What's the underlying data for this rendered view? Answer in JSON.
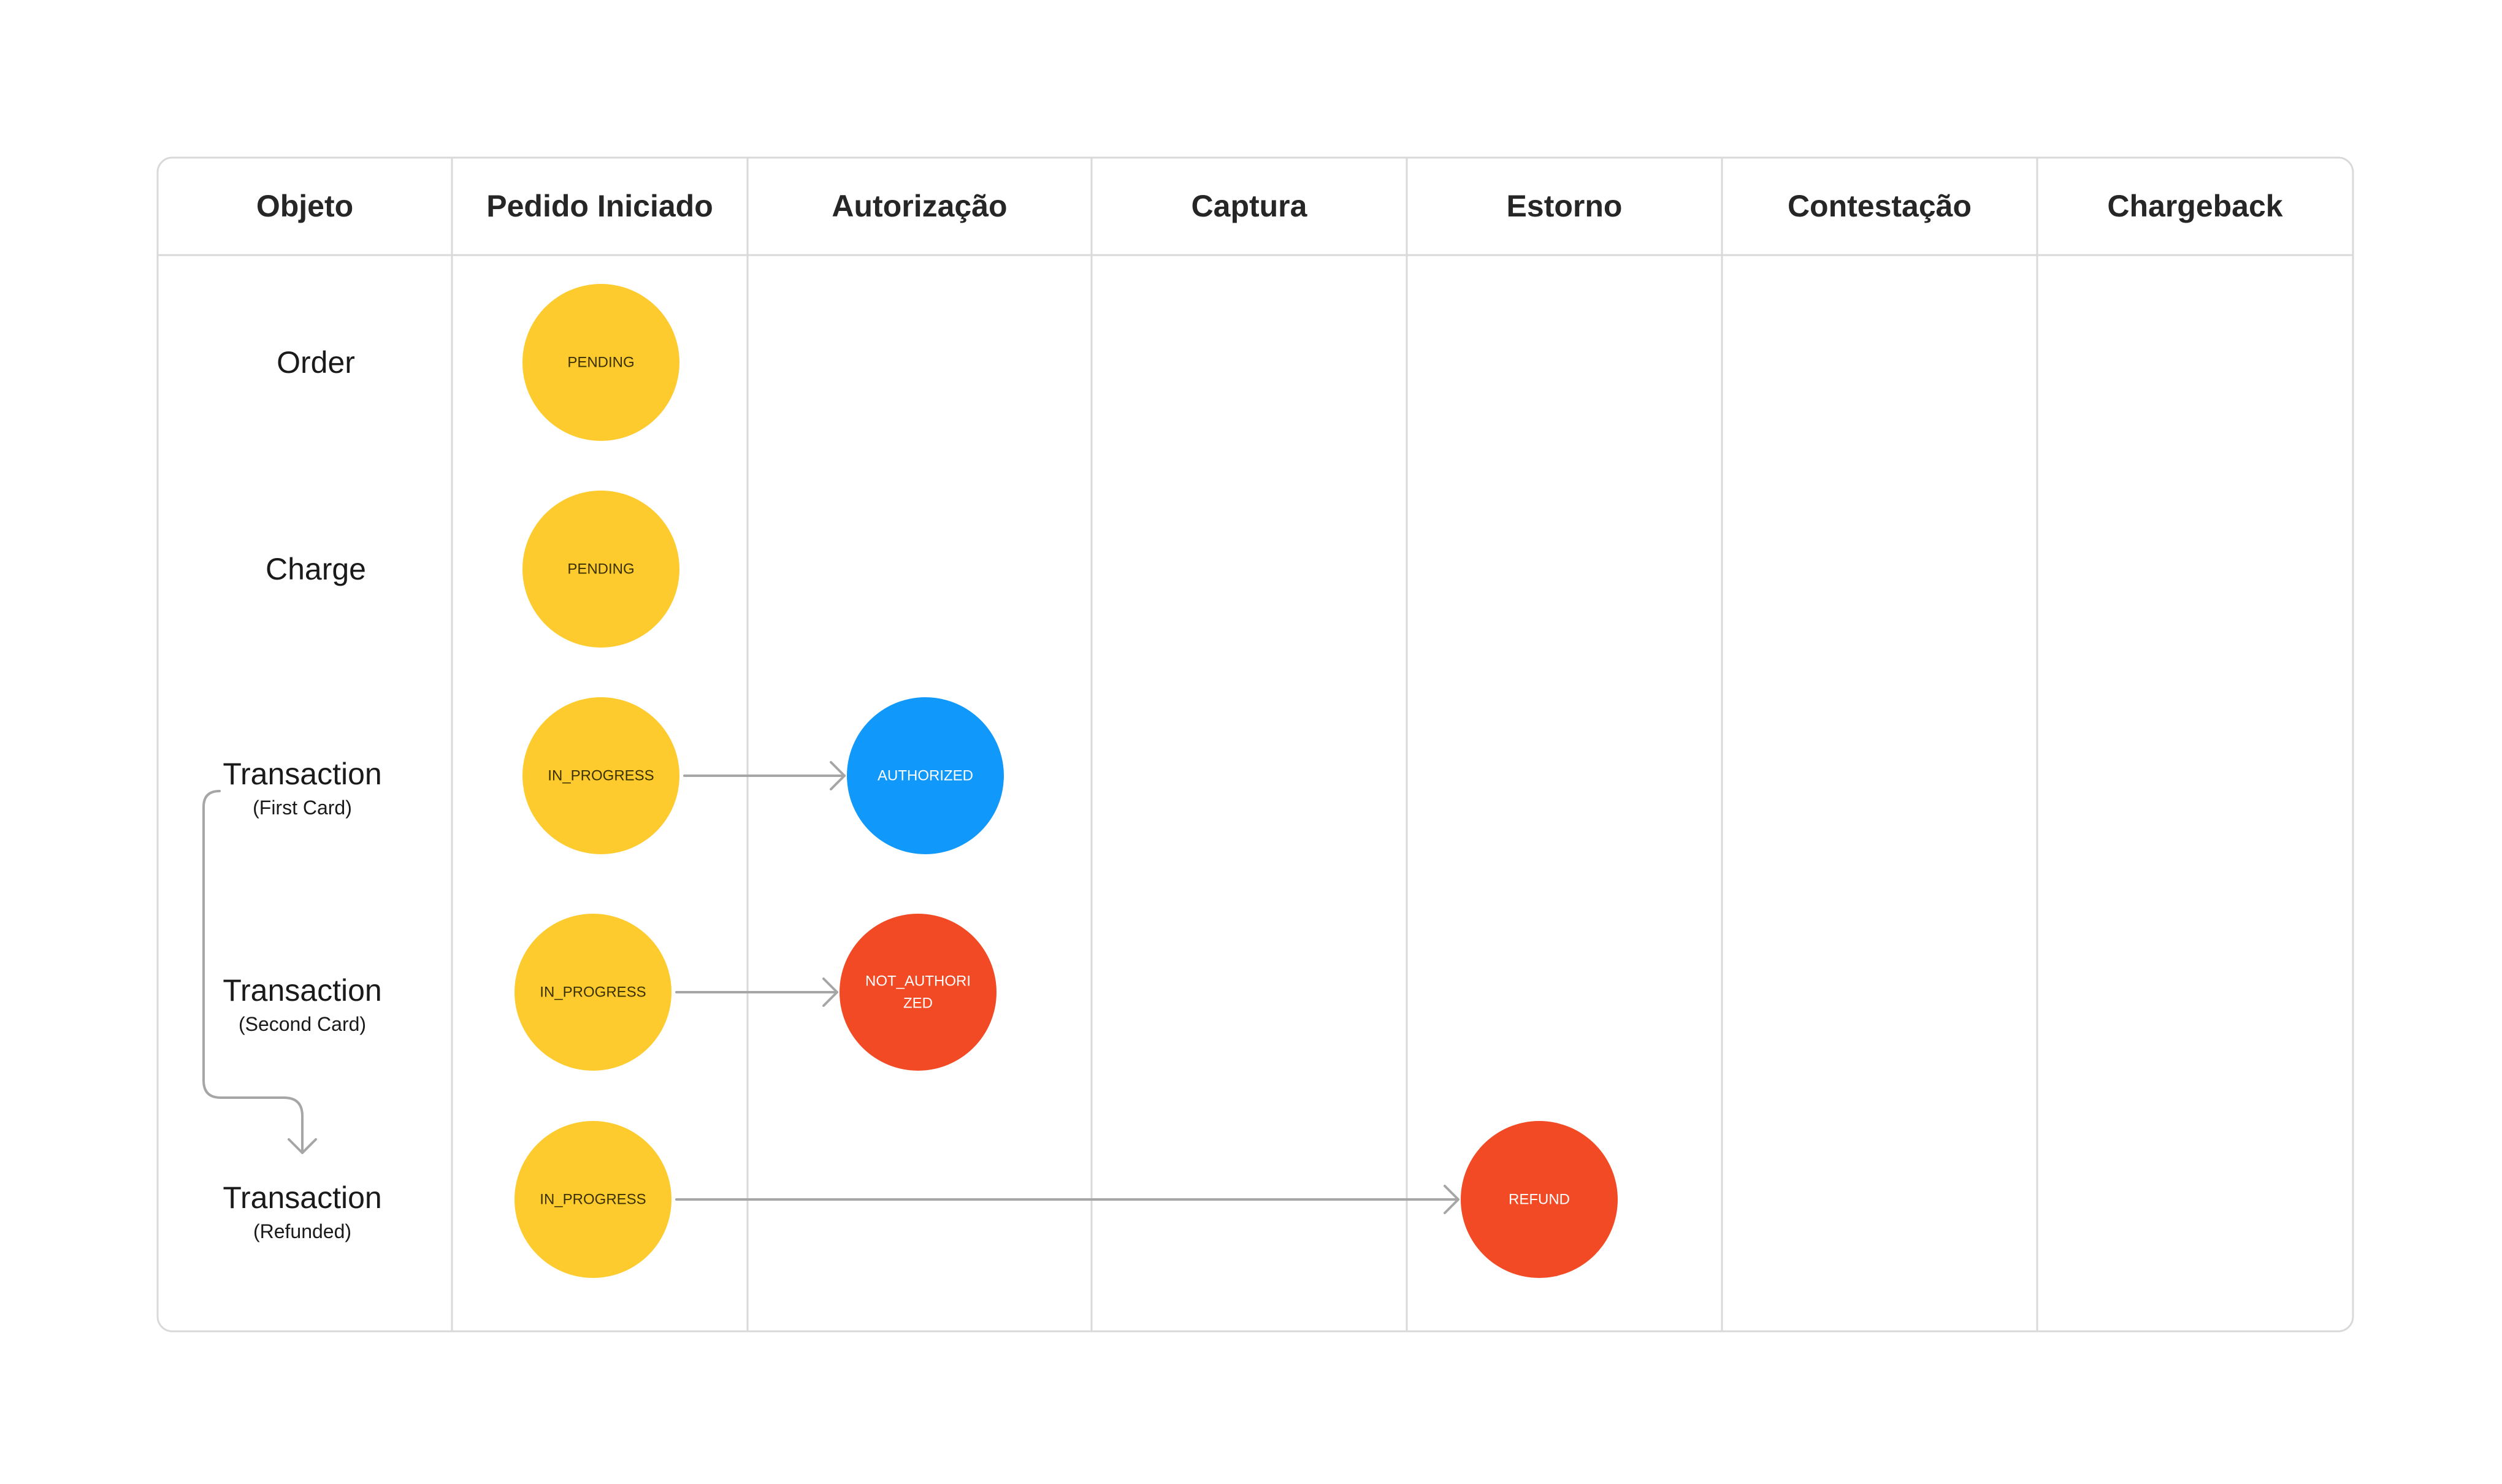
{
  "columns": [
    "Objeto",
    "Pedido Iniciado",
    "Autorização",
    "Captura",
    "Estorno",
    "Contestação",
    "Chargeback"
  ],
  "rows": [
    {
      "title": "Order",
      "subtitle": ""
    },
    {
      "title": "Charge",
      "subtitle": ""
    },
    {
      "title": "Transaction",
      "subtitle": "(First Card)"
    },
    {
      "title": "Transaction",
      "subtitle": "(Second Card)"
    },
    {
      "title": "Transaction",
      "subtitle": "(Refunded)"
    }
  ],
  "nodes": [
    {
      "row": 0,
      "col": 1,
      "label": "PENDING",
      "status": "pending"
    },
    {
      "row": 1,
      "col": 1,
      "label": "PENDING",
      "status": "pending"
    },
    {
      "row": 2,
      "col": 1,
      "label": "IN_PROGRESS",
      "status": "in_progress"
    },
    {
      "row": 2,
      "col": 2,
      "label": "AUTHORIZED",
      "status": "authorized"
    },
    {
      "row": 3,
      "col": 1,
      "label": "IN_PROGRESS",
      "status": "in_progress"
    },
    {
      "row": 3,
      "col": 2,
      "label": "NOT_AUTHORI ZED",
      "status": "not_authorized"
    },
    {
      "row": 4,
      "col": 1,
      "label": "IN_PROGRESS",
      "status": "in_progress"
    },
    {
      "row": 4,
      "col": 4,
      "label": "REFUND",
      "status": "refund"
    }
  ],
  "edges": [
    {
      "from_row": 2,
      "from_col": 1,
      "to_row": 2,
      "to_col": 2
    },
    {
      "from_row": 3,
      "from_col": 1,
      "to_row": 3,
      "to_col": 2
    },
    {
      "from_row": 4,
      "from_col": 1,
      "to_row": 4,
      "to_col": 4
    }
  ],
  "retry_link": {
    "from_row": 2,
    "to_row": 4
  },
  "colors": {
    "pending": "#FDCB2E",
    "in_progress": "#FDCB2E",
    "authorized": "#1099FA",
    "not_authorized": "#F24A24",
    "refund": "#F24A24",
    "yellow_text": "#3a3000",
    "light_text": "#ffffff",
    "arrow": "#A6A6A6",
    "grid": "#D9D9D9"
  }
}
